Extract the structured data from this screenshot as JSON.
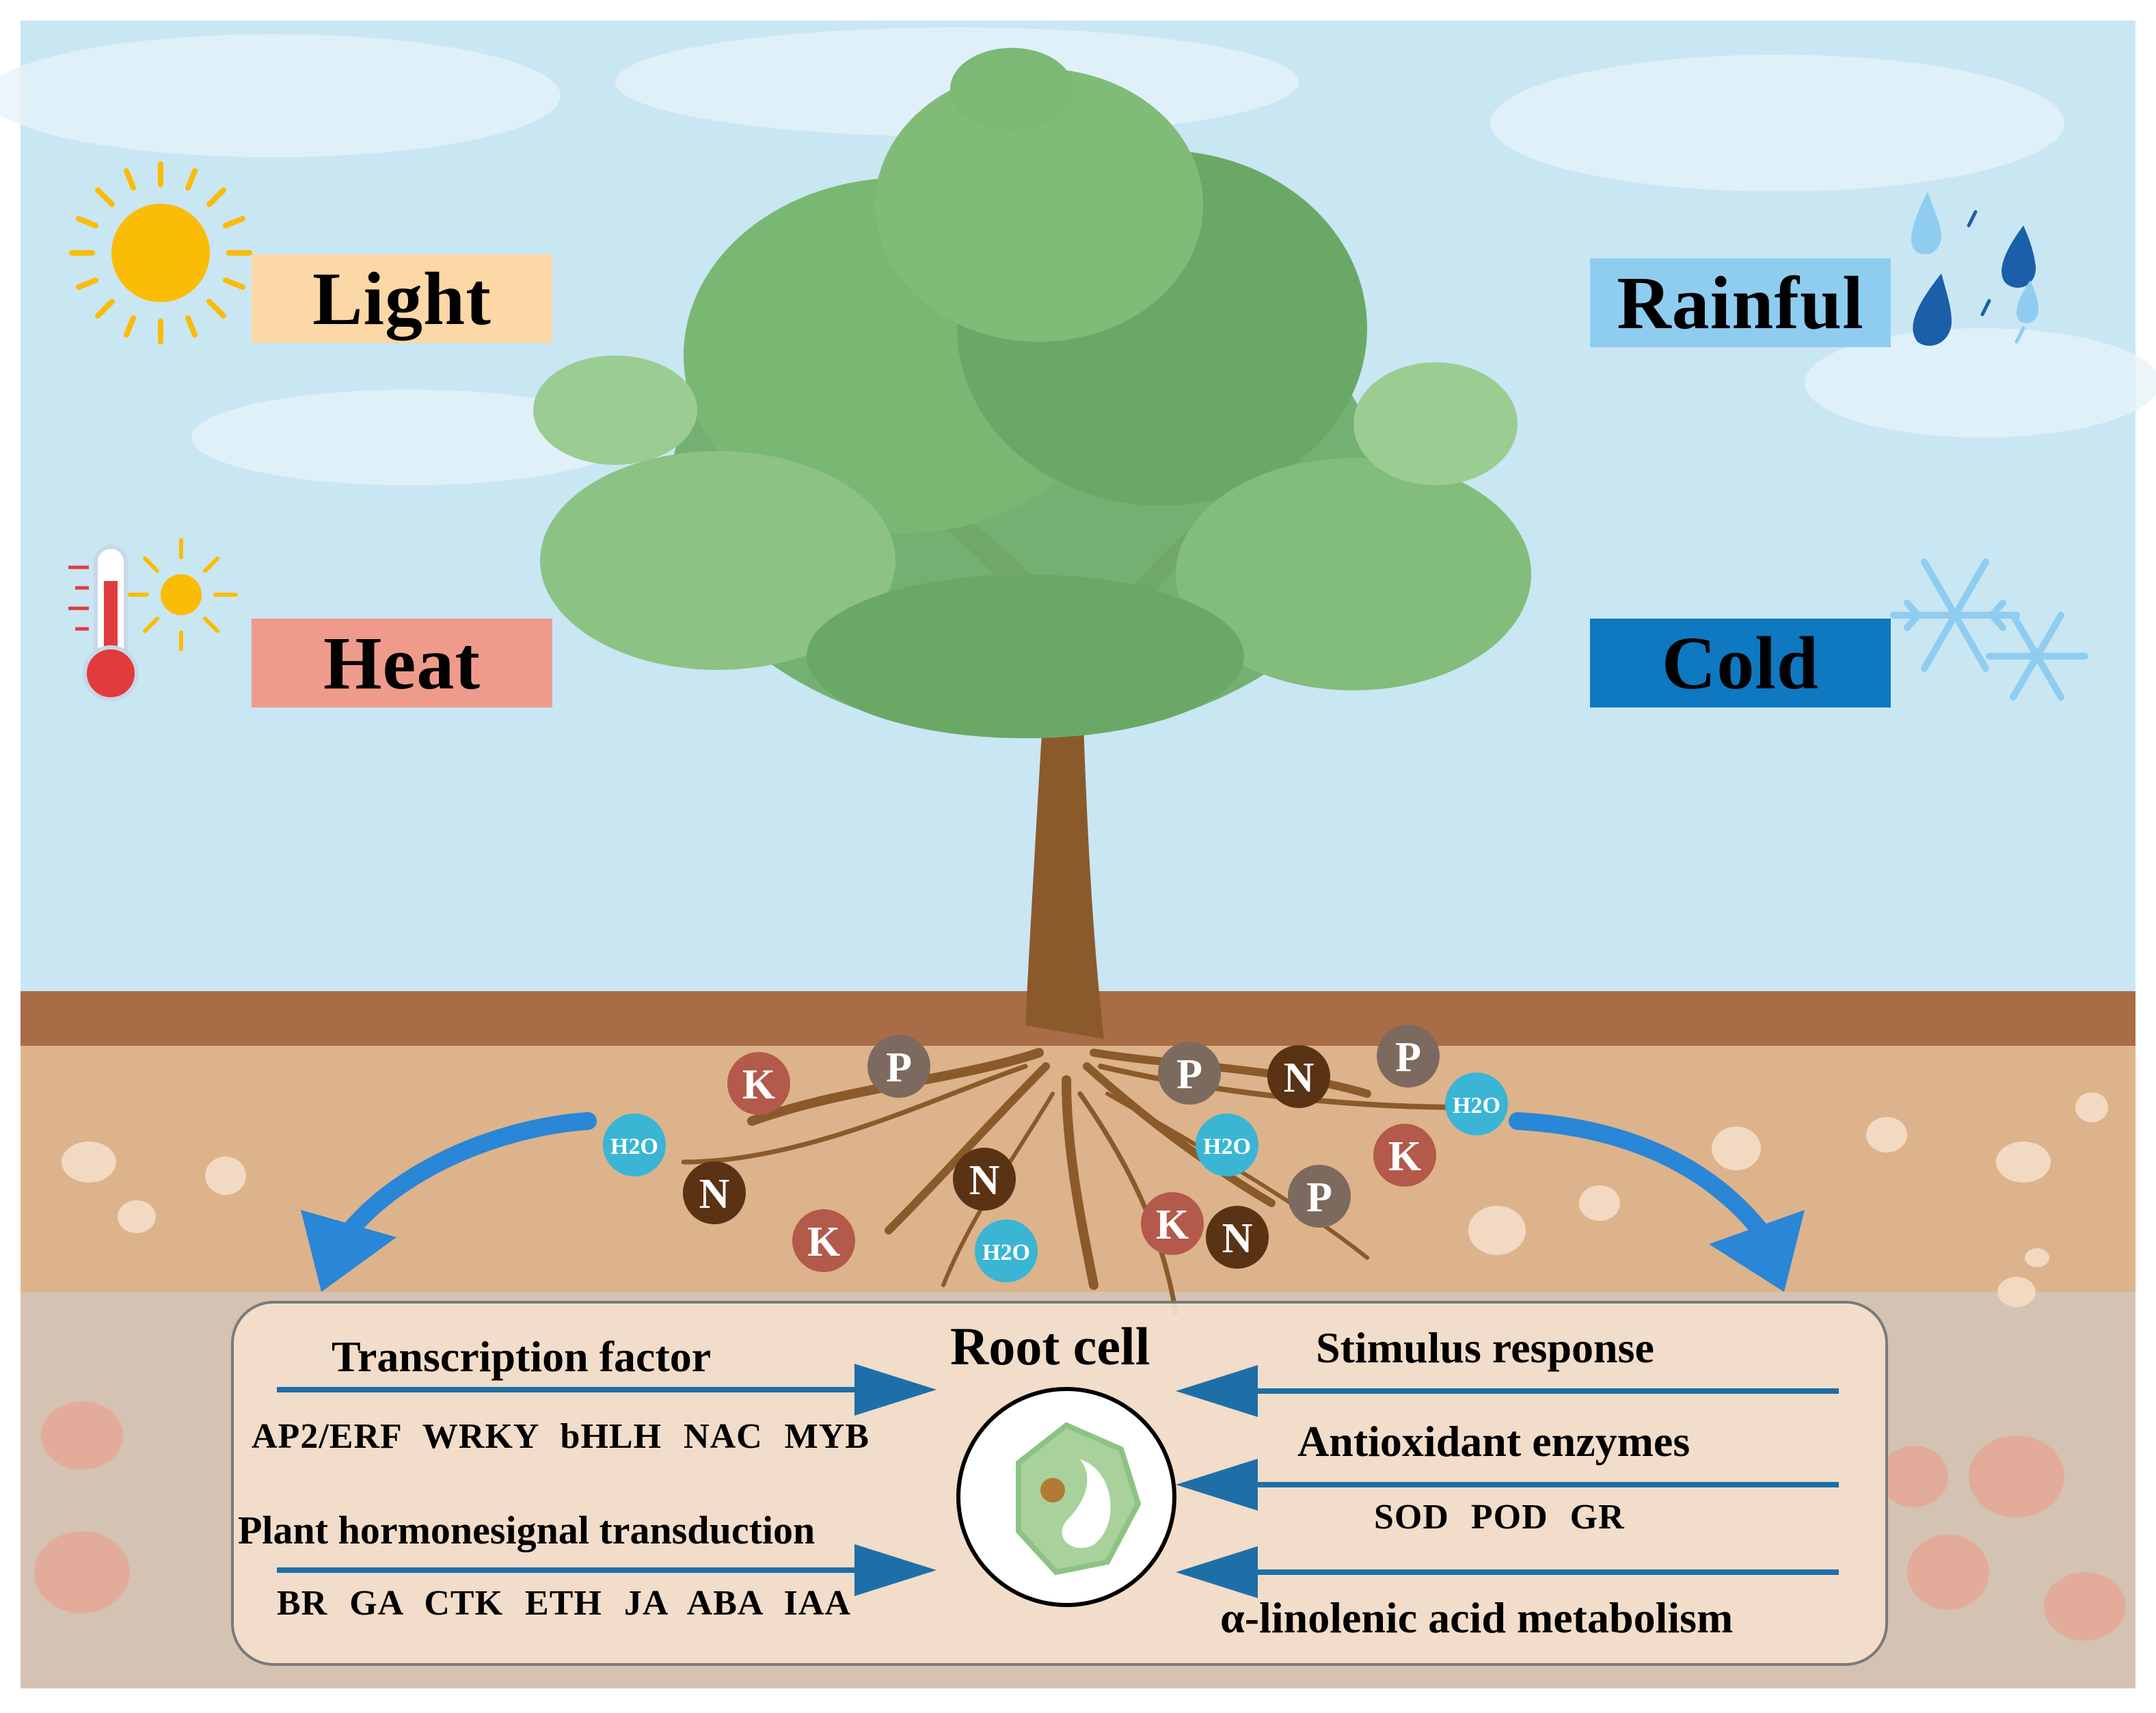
{
  "climate_factors": {
    "light": "Light",
    "heat": "Heat",
    "rainful": "Rainful",
    "cold": "Cold"
  },
  "nutrients": {
    "k": "K",
    "p": "P",
    "n": "N",
    "h2o": "H2O"
  },
  "root_panel": {
    "center_title": "Root cell",
    "transcription_factor": {
      "title": "Transcription factor",
      "items": "AP2/ERF WRKY bHLH NAC MYB"
    },
    "hormone": {
      "title": "Plant hormonesignal transduction",
      "items": "BR GA CTK ETH JA ABA IAA"
    },
    "stimulus": {
      "title": "Stimulus response"
    },
    "antioxidant": {
      "title": "Antioxidant enzymes",
      "items": "SOD POD GR"
    },
    "linolenic": {
      "title": "α-linolenic acid metabolism"
    }
  },
  "colors": {
    "sky": "#c9e6f3",
    "soil_top": "#a86d47",
    "soil": "#ddb38b",
    "soil_deep": "#d4c2b3",
    "trunk": "#8b5a2b",
    "leaf": "#6fae6a",
    "light_box": "#fbd8a5",
    "heat_box": "#ee9b8c",
    "rainful_box": "#8fcdf0",
    "cold_box": "#0e78c0",
    "arrow_blue": "#1e6fa8",
    "curve_arrow": "#2a86d6",
    "panel_fill": "#f3e0cb",
    "potassium": "#b35a4a",
    "phosphorus": "#7d6a5e",
    "nitrogen": "#5a3214",
    "water": "#3ab5d3"
  }
}
